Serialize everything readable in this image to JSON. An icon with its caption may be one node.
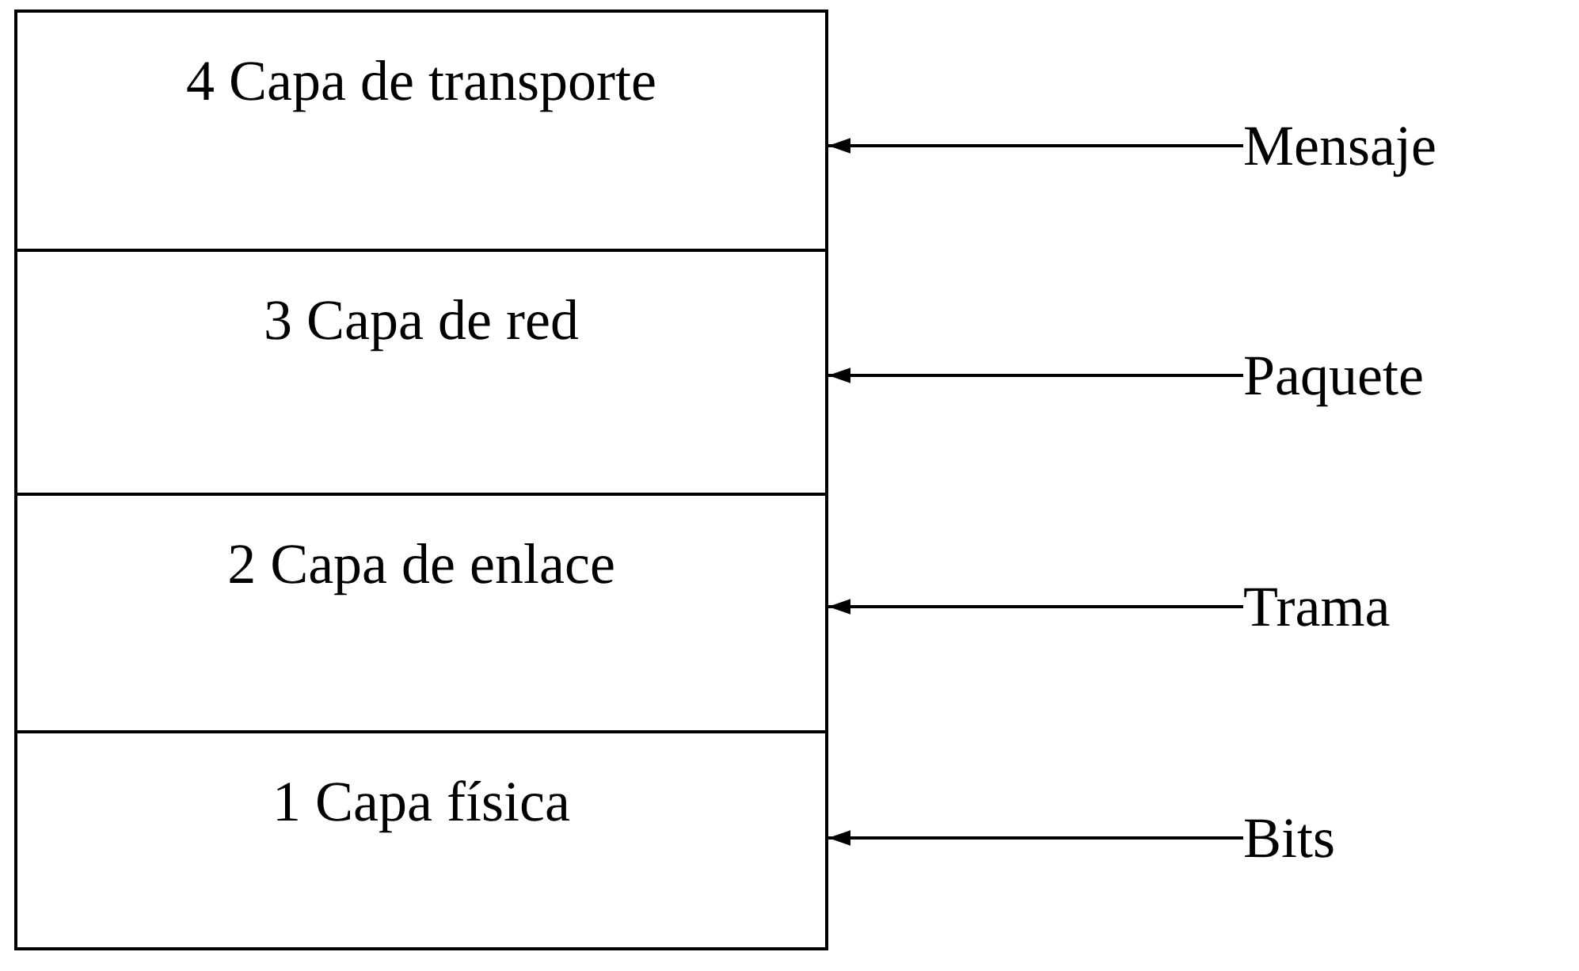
{
  "diagram": {
    "nodes": [
      {
        "text": [
          "4  Capa de transporte"
        ]
      },
      {
        "text": [
          "3  Capa de red"
        ]
      },
      {
        "text": [
          "2  Capa de enlace"
        ]
      },
      {
        "text": [
          "1  Capa física"
        ]
      },
      {
        "text": [
          "Mensaje"
        ]
      },
      {
        "text": [
          "Paquete"
        ]
      },
      {
        "text": [
          "Trama"
        ]
      },
      {
        "text": [
          "Bits"
        ]
      }
    ],
    "edges": [
      {
        "from": 4,
        "to": 0,
        "arrow": "to"
      },
      {
        "from": 5,
        "to": 1,
        "arrow": "to"
      },
      {
        "from": 6,
        "to": 2,
        "arrow": "to"
      },
      {
        "from": 7,
        "to": 3,
        "arrow": "to"
      }
    ]
  }
}
